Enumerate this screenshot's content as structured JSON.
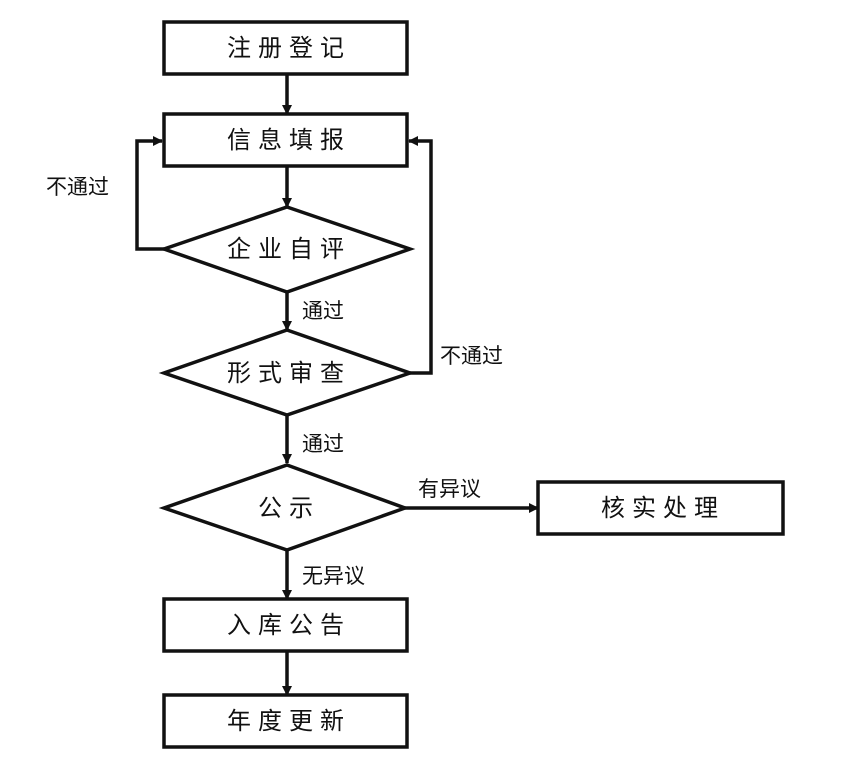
{
  "nodes": {
    "register": "注册登记",
    "info_fill": "信息填报",
    "self_eval": "企业自评",
    "formal_review": "形式审查",
    "publicity": "公示",
    "verify": "核实处理",
    "warehouse": "入库公告",
    "annual_update": "年度更新"
  },
  "edges": {
    "self_eval_fail": "不通过",
    "self_eval_pass": "通过",
    "review_fail": "不通过",
    "review_pass": "通过",
    "has_objection": "有异议",
    "no_objection": "无异议"
  }
}
